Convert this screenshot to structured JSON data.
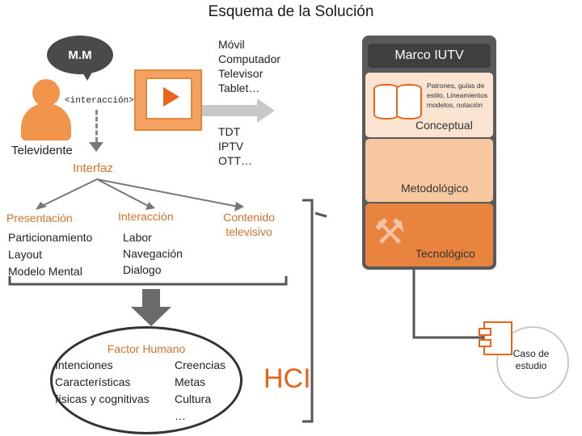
{
  "title": "Esquema de la Solución",
  "left": {
    "bubble": "M.M",
    "interaccion_tag": "<interacción>",
    "televidente": "Televidente",
    "interfaz": "Interfaz"
  },
  "devices": {
    "line1": [
      "Móvil",
      "Computador",
      "Televisor",
      "Tablet…"
    ],
    "line2": [
      "TDT",
      "IPTV",
      "OTT…"
    ]
  },
  "marco": {
    "title": "Marco IUTV",
    "conceptual_desc": "Patrones, guías de estilo, Lineamientos modelos, notación",
    "conceptual": "Conceptual",
    "metodologico": "Metodológico",
    "tecnologico": "Tecnológico"
  },
  "branches": {
    "presentacion": "Presentación",
    "presentacion_items": [
      "Particionamiento",
      "Layout",
      "Modelo Mental"
    ],
    "interaccion": "Interacción",
    "interaccion_items": [
      "Labor",
      "Navegación",
      "Dialogo"
    ],
    "contenido": "Contenido televisivo"
  },
  "factor": {
    "title": "Factor Humano",
    "col1": [
      "Intenciones",
      "Características",
      "físicas y cognitivas"
    ],
    "col2": [
      "Creencias",
      "Metas",
      "Cultura",
      "…"
    ]
  },
  "hci": "HCI",
  "case": "Caso de estudio",
  "colors": {
    "accent": "#e8641a",
    "orange_text": "#d9722a",
    "marco_bg": "#5a5a5a"
  }
}
